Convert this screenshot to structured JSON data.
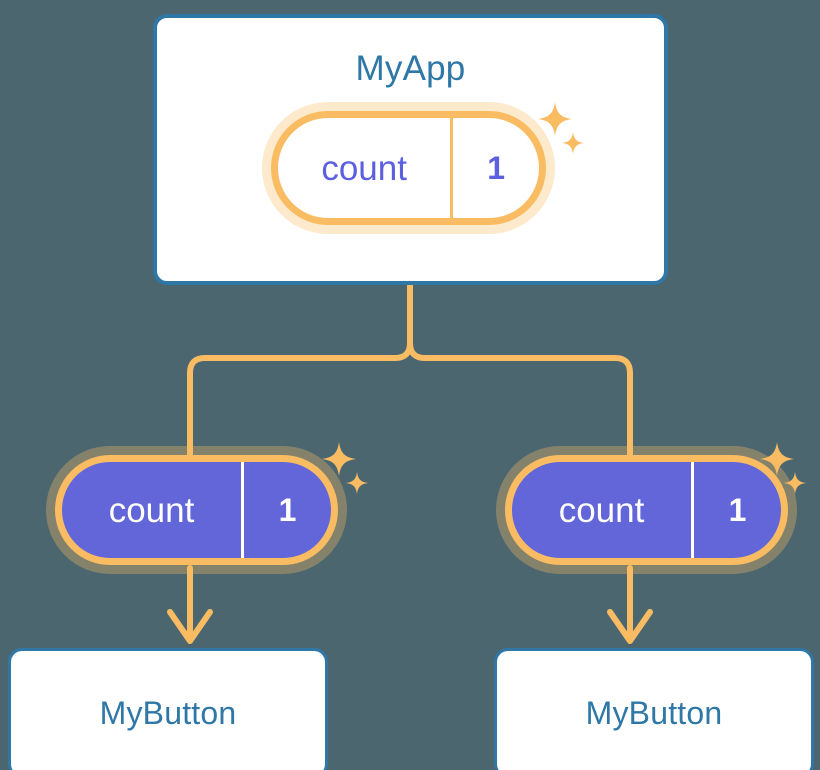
{
  "diagram": {
    "type": "signal-propagation-tree",
    "background_color": "#4c6670",
    "accent_blue": "#2e77a6",
    "accent_orange": "#f9bc62",
    "accent_orange_glow": "#fbdfac",
    "accent_purple": "#6366d8",
    "accent_purple_text": "#5b5fe0"
  },
  "root": {
    "title": "MyApp",
    "signal": {
      "name": "count",
      "value": "1",
      "style": "hollow"
    },
    "sparkle_icon": "sparkle-icon"
  },
  "children": [
    {
      "signal": {
        "name": "count",
        "value": "1",
        "style": "filled"
      },
      "leaf_label": "MyButton",
      "sparkle_icon": "sparkle-icon"
    },
    {
      "signal": {
        "name": "count",
        "value": "1",
        "style": "filled"
      },
      "leaf_label": "MyButton",
      "sparkle_icon": "sparkle-icon"
    }
  ],
  "connectors": {
    "color": "#f9bc62",
    "stroke_width": 6,
    "branch_label": "",
    "arrow_icon": "arrow-down-icon"
  }
}
